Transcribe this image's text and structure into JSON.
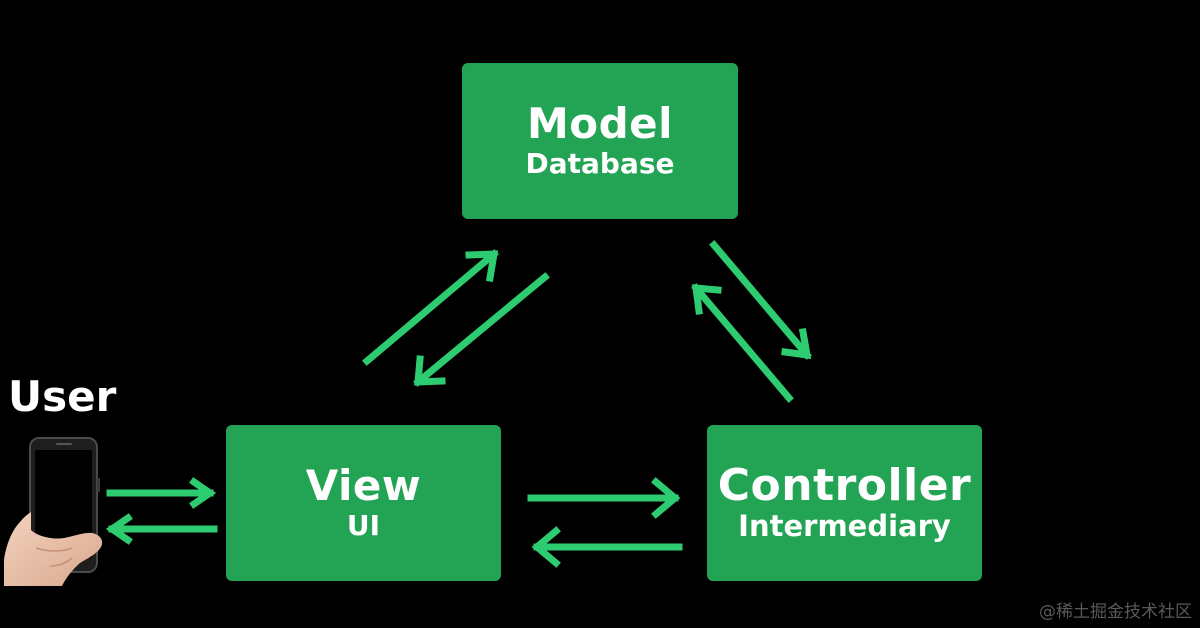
{
  "diagram": {
    "user_label": "User",
    "watermark": "@稀土掘金技术社区",
    "nodes": {
      "model": {
        "title": "Model",
        "subtitle": "Database"
      },
      "view": {
        "title": "View",
        "subtitle": "UI"
      },
      "controller": {
        "title": "Controller",
        "subtitle": "Intermediary"
      }
    },
    "edges": [
      {
        "from": "view",
        "to": "model"
      },
      {
        "from": "model",
        "to": "view"
      },
      {
        "from": "model",
        "to": "controller"
      },
      {
        "from": "controller",
        "to": "model"
      },
      {
        "from": "view",
        "to": "controller"
      },
      {
        "from": "controller",
        "to": "view"
      },
      {
        "from": "user",
        "to": "view"
      },
      {
        "from": "view",
        "to": "user"
      }
    ],
    "colors": {
      "background": "#000000",
      "box": "#23a455",
      "arrow": "#2ecc71",
      "text": "#ffffff"
    },
    "icons": [
      "phone-in-hand-icon"
    ]
  }
}
